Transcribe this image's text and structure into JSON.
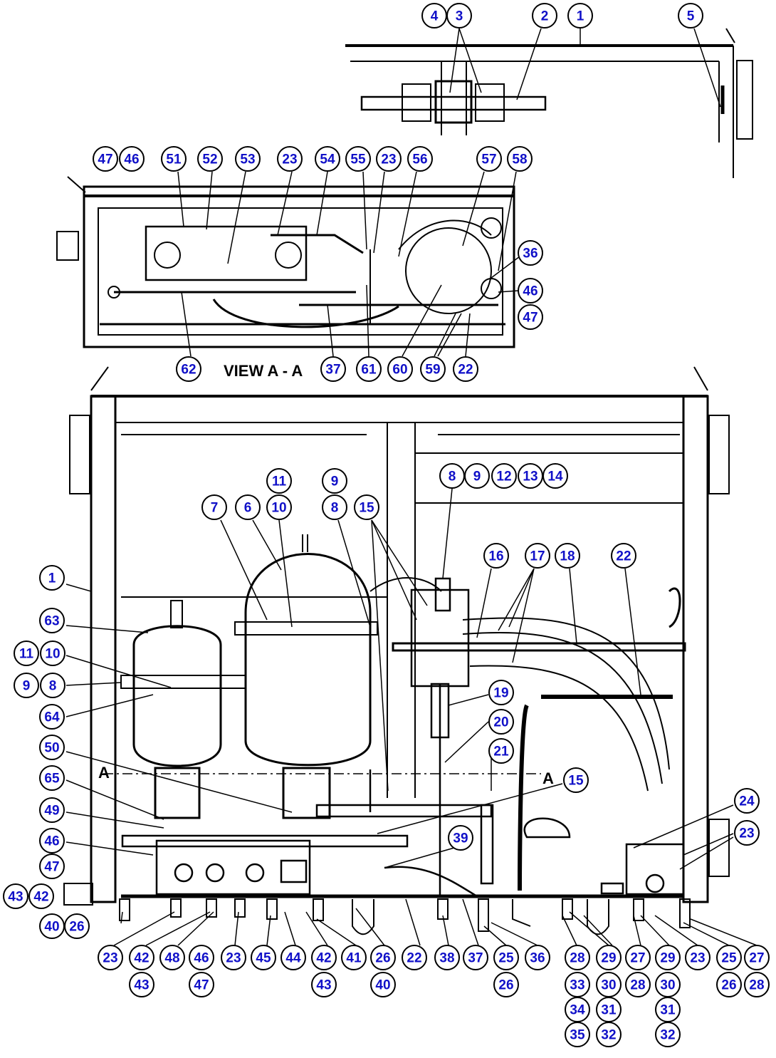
{
  "view_label": "VIEW A - A",
  "section_marks": [
    "A",
    "A"
  ],
  "callouts": [
    {
      "n": "4"
    },
    {
      "n": "3"
    },
    {
      "n": "2"
    },
    {
      "n": "1"
    },
    {
      "n": "5"
    },
    {
      "n": "47"
    },
    {
      "n": "46"
    },
    {
      "n": "51"
    },
    {
      "n": "52"
    },
    {
      "n": "53"
    },
    {
      "n": "23"
    },
    {
      "n": "54"
    },
    {
      "n": "55"
    },
    {
      "n": "23"
    },
    {
      "n": "56"
    },
    {
      "n": "57"
    },
    {
      "n": "58"
    },
    {
      "n": "36"
    },
    {
      "n": "46"
    },
    {
      "n": "47"
    },
    {
      "n": "62"
    },
    {
      "n": "37"
    },
    {
      "n": "61"
    },
    {
      "n": "60"
    },
    {
      "n": "59"
    },
    {
      "n": "22"
    },
    {
      "n": "8"
    },
    {
      "n": "9"
    },
    {
      "n": "12"
    },
    {
      "n": "13"
    },
    {
      "n": "14"
    },
    {
      "n": "11"
    },
    {
      "n": "9"
    },
    {
      "n": "7"
    },
    {
      "n": "6"
    },
    {
      "n": "10"
    },
    {
      "n": "8"
    },
    {
      "n": "15"
    },
    {
      "n": "16"
    },
    {
      "n": "17"
    },
    {
      "n": "18"
    },
    {
      "n": "22"
    },
    {
      "n": "1"
    },
    {
      "n": "63"
    },
    {
      "n": "11"
    },
    {
      "n": "10"
    },
    {
      "n": "9"
    },
    {
      "n": "8"
    },
    {
      "n": "64"
    },
    {
      "n": "19"
    },
    {
      "n": "20"
    },
    {
      "n": "21"
    },
    {
      "n": "50"
    },
    {
      "n": "65"
    },
    {
      "n": "15"
    },
    {
      "n": "49"
    },
    {
      "n": "24"
    },
    {
      "n": "23"
    },
    {
      "n": "46"
    },
    {
      "n": "39"
    },
    {
      "n": "47"
    },
    {
      "n": "43"
    },
    {
      "n": "42"
    },
    {
      "n": "40"
    },
    {
      "n": "26"
    },
    {
      "n": "23"
    },
    {
      "n": "42"
    },
    {
      "n": "48"
    },
    {
      "n": "46"
    },
    {
      "n": "23"
    },
    {
      "n": "45"
    },
    {
      "n": "44"
    },
    {
      "n": "42"
    },
    {
      "n": "41"
    },
    {
      "n": "26"
    },
    {
      "n": "22"
    },
    {
      "n": "38"
    },
    {
      "n": "37"
    },
    {
      "n": "25"
    },
    {
      "n": "36"
    },
    {
      "n": "28"
    },
    {
      "n": "29"
    },
    {
      "n": "27"
    },
    {
      "n": "29"
    },
    {
      "n": "23"
    },
    {
      "n": "25"
    },
    {
      "n": "27"
    },
    {
      "n": "43"
    },
    {
      "n": "47"
    },
    {
      "n": "43"
    },
    {
      "n": "40"
    },
    {
      "n": "26"
    },
    {
      "n": "33"
    },
    {
      "n": "30"
    },
    {
      "n": "28"
    },
    {
      "n": "30"
    },
    {
      "n": "26"
    },
    {
      "n": "28"
    },
    {
      "n": "34"
    },
    {
      "n": "31"
    },
    {
      "n": "31"
    },
    {
      "n": "35"
    },
    {
      "n": "32"
    },
    {
      "n": "32"
    }
  ]
}
